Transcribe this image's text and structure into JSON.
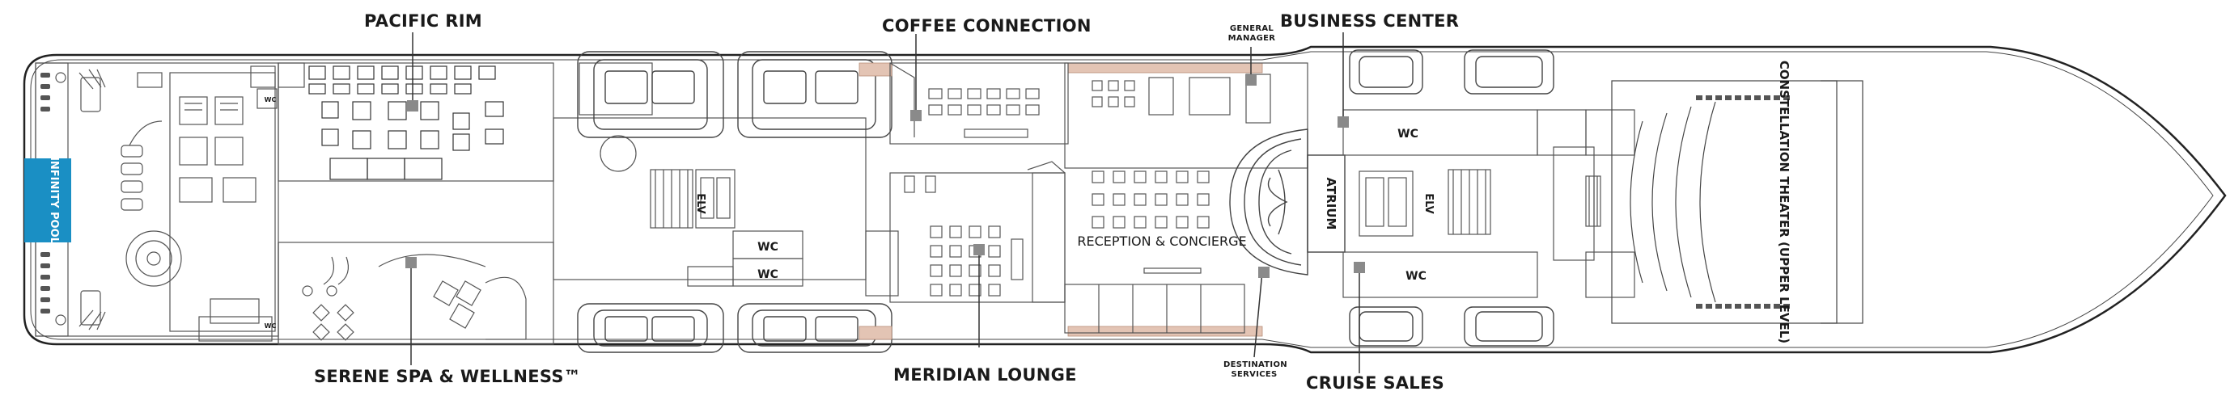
{
  "deck": {
    "callouts": {
      "pacific_rim": "PACIFIC RIM",
      "coffee_connection": "COFFEE CONNECTION",
      "general_manager": "GENERAL\nMANAGER",
      "business_center": "BUSINESS CENTER",
      "serene_spa": "SERENE SPA & WELLNESS™",
      "meridian_lounge": "MERIDIAN LOUNGE",
      "destination_services": "DESTINATION\nSERVICES",
      "cruise_sales": "CRUISE SALES"
    },
    "rooms": {
      "infinity_pool": "INFINITY POOL",
      "elv": "ELV",
      "wc": "WC",
      "atrium": "ATRIUM",
      "reception": "RECEPTION & CONCIERGE",
      "theater": "CONSTELLATION THEATER (UPPER LEVEL)"
    },
    "colors": {
      "pool": "#1a8fc4",
      "hull": "#222222",
      "deck_stripe": "#c9a089",
      "marker": "#8a8a8a",
      "room_line": "#555555"
    }
  }
}
